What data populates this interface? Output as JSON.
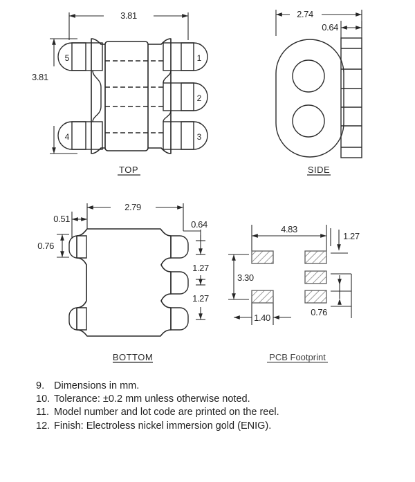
{
  "document": {
    "kind": "mechanical-package-drawing",
    "units_note": "Dimensions in mm."
  },
  "views": {
    "top": {
      "label": "TOP",
      "dimensions": {
        "width": "3.81",
        "height": "3.81"
      },
      "pins": [
        "1",
        "2",
        "3",
        "4",
        "5"
      ]
    },
    "side": {
      "label": "SIDE",
      "dimensions": {
        "overall_width": "2.74",
        "lead_width": "0.64"
      }
    },
    "bottom": {
      "label": "BOTTOM",
      "dimensions": {
        "body_width": "2.79",
        "pad_offset": "0.51",
        "pad_height": "0.76",
        "pad_width": "0.64",
        "pitch_1": "1.27",
        "pitch_2": "1.27"
      }
    },
    "pcb_footprint": {
      "label": "PCB Footprint",
      "dimensions": {
        "span": "4.83",
        "height": "3.30",
        "pad_width": "1.40",
        "pitch": "1.27",
        "pad_height": "0.76"
      }
    }
  },
  "notes": [
    {
      "num": "9.",
      "text": "Dimensions in mm."
    },
    {
      "num": "10.",
      "text": "Tolerance: ±0.2 mm unless otherwise noted."
    },
    {
      "num": "11.",
      "text": "Model number and lot code are printed on the reel."
    },
    {
      "num": "12.",
      "text": "Finish: Electroless nickel immersion gold (ENIG)."
    }
  ],
  "colors": {
    "ink": "#262626",
    "paper": "#ffffff",
    "pad_stroke": "#5c5c5c",
    "pcb_label": "#3d3d3d"
  }
}
